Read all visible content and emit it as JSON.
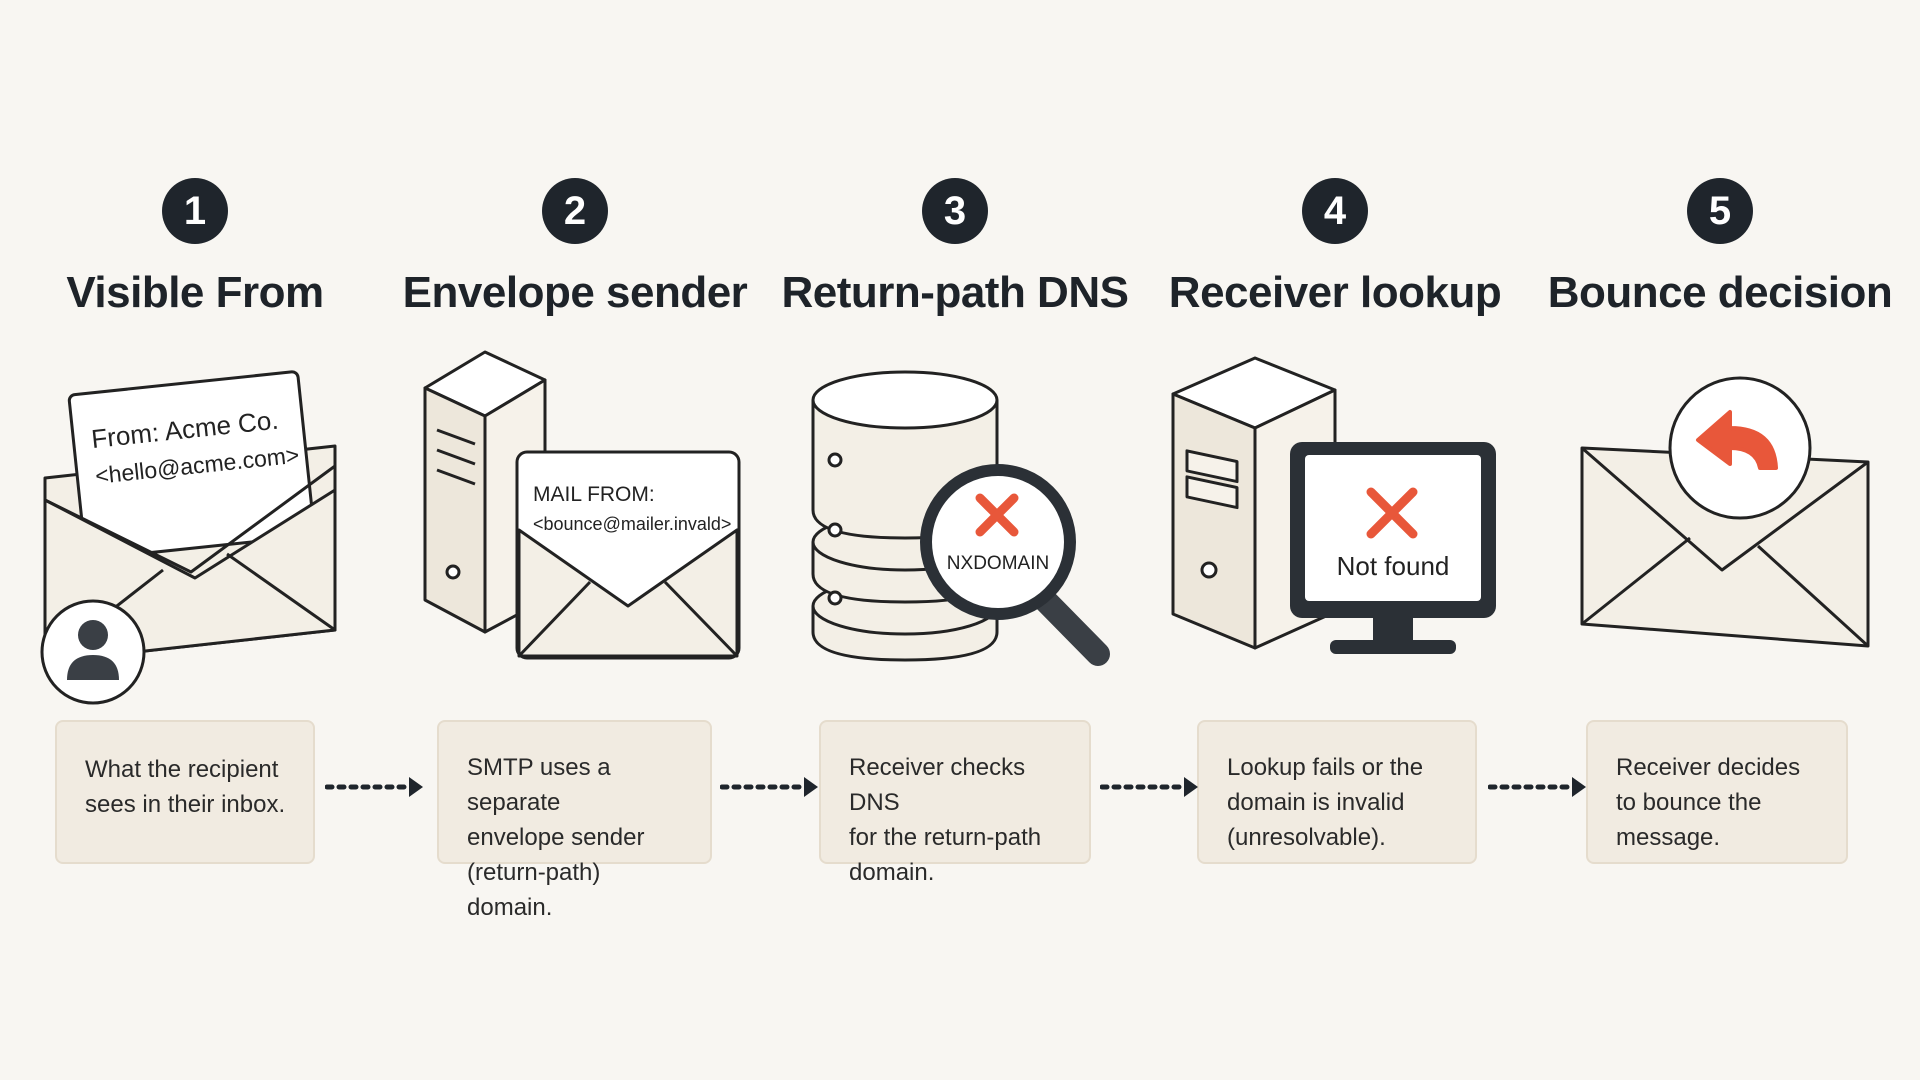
{
  "steps": [
    {
      "number": "1",
      "title": "Visible From",
      "card_line1": "From: Acme Co.",
      "card_line2": "<hello@acme.com>",
      "description": [
        "What the recipient",
        "sees in their inbox."
      ]
    },
    {
      "number": "2",
      "title": "Envelope sender",
      "card_line1": "MAIL FROM:",
      "card_line2": "<bounce@mailer.invald>",
      "description": [
        "SMTP uses a separate",
        "envelope sender",
        "(return-path) domain."
      ]
    },
    {
      "number": "3",
      "title": "Return-path DNS",
      "lens_label": "NXDOMAIN",
      "description": [
        "Receiver checks DNS",
        "for the return-path",
        "domain."
      ]
    },
    {
      "number": "4",
      "title": "Receiver lookup",
      "screen_label": "Not found",
      "description": [
        "Lookup fails or the",
        "domain is invalid",
        "(unresolvable)."
      ]
    },
    {
      "number": "5",
      "title": "Bounce decision",
      "description": [
        "Receiver decides",
        "to bounce the",
        "message."
      ]
    }
  ],
  "icons": {
    "step1": [
      "envelope-icon",
      "letter-card",
      "user-avatar-icon"
    ],
    "step2": [
      "server-icon",
      "envelope-icon"
    ],
    "step3": [
      "database-icon",
      "magnifier-icon",
      "x-mark-icon"
    ],
    "step4": [
      "server-icon",
      "monitor-icon",
      "x-mark-icon"
    ],
    "step5": [
      "envelope-icon",
      "reply-arrow-icon"
    ],
    "connector": "dotted-arrow-icon"
  },
  "colors": {
    "background": "#f8f6f2",
    "ink": "#1f252c",
    "box_fill": "#f1ebe1",
    "box_border": "#e5dccd",
    "illustration_fill": "#f3efe6",
    "accent_red": "#e8573a"
  }
}
